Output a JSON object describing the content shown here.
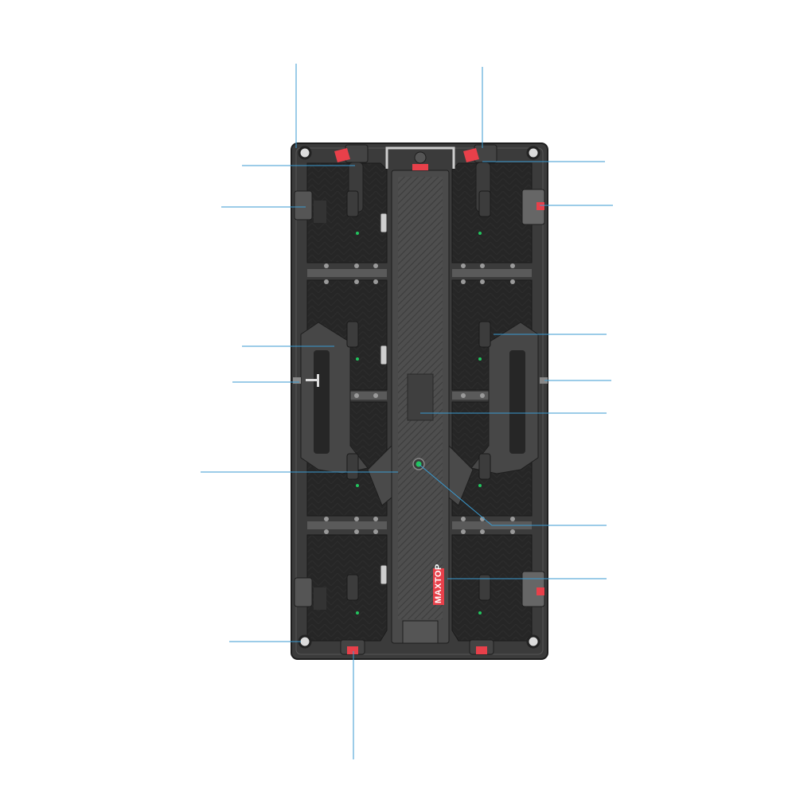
{
  "brand": {
    "label": "MAXTOP"
  },
  "colors": {
    "frame": "#3b3b3b",
    "frame_edge": "#1e1e1e",
    "panel": "#262626",
    "spine": "#4a4a4a",
    "rail": "#5a5a5a",
    "accent_red": "#e8404a",
    "callout": "#3a9ad0",
    "indicator": "#22c55e"
  },
  "callouts": [
    {
      "id": "top-left-corner-lock"
    },
    {
      "id": "top-left-red-latch"
    },
    {
      "id": "left-upper-side-lock"
    },
    {
      "id": "left-handle-bracket"
    },
    {
      "id": "left-alignment-pin"
    },
    {
      "id": "center-spine"
    },
    {
      "id": "bottom-left-corner-pin"
    },
    {
      "id": "bottom-left-red-latch"
    },
    {
      "id": "top-right-corner-lock"
    },
    {
      "id": "top-right-red-latch"
    },
    {
      "id": "right-upper-side-lock"
    },
    {
      "id": "right-handle-bracket"
    },
    {
      "id": "right-alignment-pin"
    },
    {
      "id": "control-box"
    },
    {
      "id": "power-indicator"
    },
    {
      "id": "right-lower-side-lock"
    }
  ]
}
